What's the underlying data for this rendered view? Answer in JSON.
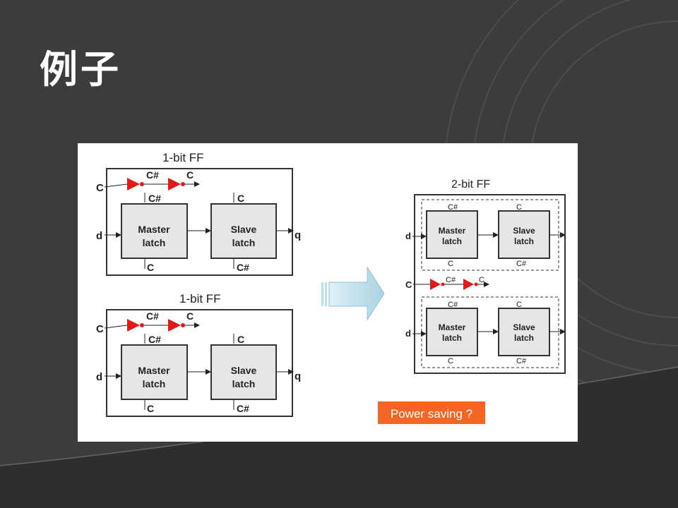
{
  "slide": {
    "title": "例子"
  },
  "diagram": {
    "ff1": {
      "title": "1-bit FF"
    },
    "ff2": {
      "title": "1-bit FF"
    },
    "ff3": {
      "title": "2-bit FF"
    },
    "signals": {
      "c": "C",
      "c_bar": "C#",
      "d": "d",
      "q": "q"
    },
    "blocks": {
      "master_1": "Master",
      "master_2": "latch",
      "slave_1": "Slave",
      "slave_2": "latch"
    },
    "note": "Power saving ?"
  },
  "colors": {
    "inverter": "#e01b1b",
    "arrow": "#bfe1ec",
    "note_bg": "#f26522",
    "latch": "#e6e6e6"
  }
}
